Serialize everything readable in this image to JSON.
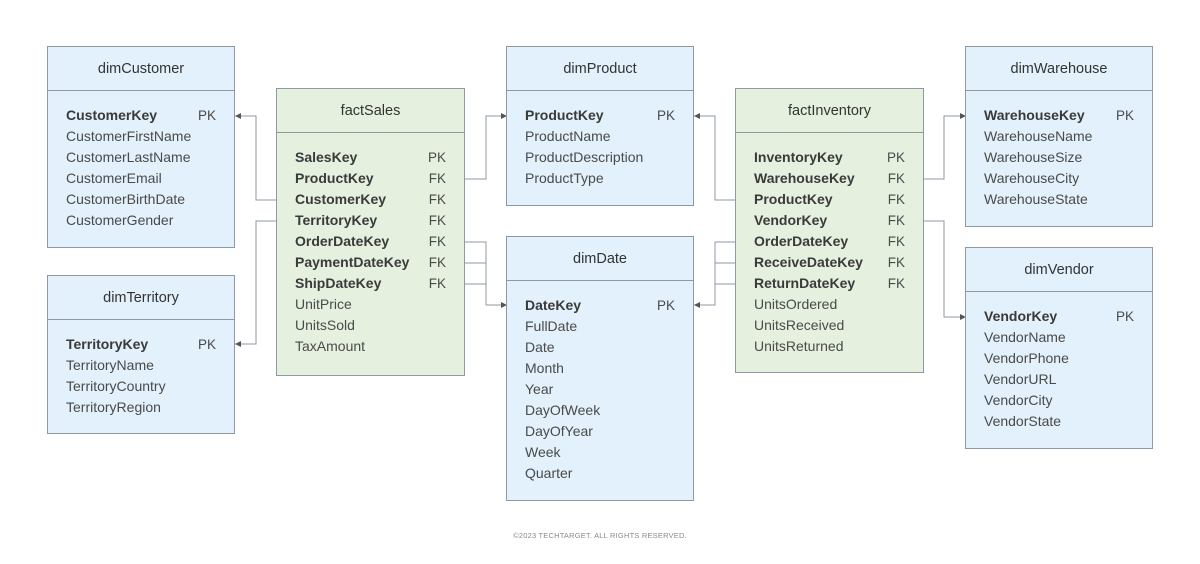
{
  "entities": {
    "dimCustomer": {
      "title": "dimCustomer",
      "fields": [
        {
          "name": "CustomerKey",
          "tag": "PK",
          "key": true
        },
        {
          "name": "CustomerFirstName",
          "tag": "",
          "key": false
        },
        {
          "name": "CustomerLastName",
          "tag": "",
          "key": false
        },
        {
          "name": "CustomerEmail",
          "tag": "",
          "key": false
        },
        {
          "name": "CustomerBirthDate",
          "tag": "",
          "key": false
        },
        {
          "name": "CustomerGender",
          "tag": "",
          "key": false
        }
      ]
    },
    "dimTerritory": {
      "title": "dimTerritory",
      "fields": [
        {
          "name": "TerritoryKey",
          "tag": "PK",
          "key": true
        },
        {
          "name": "TerritoryName",
          "tag": "",
          "key": false
        },
        {
          "name": "TerritoryCountry",
          "tag": "",
          "key": false
        },
        {
          "name": "TerritoryRegion",
          "tag": "",
          "key": false
        }
      ]
    },
    "factSales": {
      "title": "factSales",
      "fields": [
        {
          "name": "SalesKey",
          "tag": "PK",
          "key": true
        },
        {
          "name": "ProductKey",
          "tag": "FK",
          "key": true
        },
        {
          "name": "CustomerKey",
          "tag": "FK",
          "key": true
        },
        {
          "name": "TerritoryKey",
          "tag": "FK",
          "key": true
        },
        {
          "name": "OrderDateKey",
          "tag": "FK",
          "key": true
        },
        {
          "name": "PaymentDateKey",
          "tag": "FK",
          "key": true
        },
        {
          "name": "ShipDateKey",
          "tag": "FK",
          "key": true
        },
        {
          "name": "UnitPrice",
          "tag": "",
          "key": false
        },
        {
          "name": "UnitsSold",
          "tag": "",
          "key": false
        },
        {
          "name": "TaxAmount",
          "tag": "",
          "key": false
        }
      ]
    },
    "dimProduct": {
      "title": "dimProduct",
      "fields": [
        {
          "name": "ProductKey",
          "tag": "PK",
          "key": true
        },
        {
          "name": "ProductName",
          "tag": "",
          "key": false
        },
        {
          "name": "ProductDescription",
          "tag": "",
          "key": false
        },
        {
          "name": "ProductType",
          "tag": "",
          "key": false
        }
      ]
    },
    "dimDate": {
      "title": "dimDate",
      "fields": [
        {
          "name": "DateKey",
          "tag": "PK",
          "key": true
        },
        {
          "name": "FullDate",
          "tag": "",
          "key": false
        },
        {
          "name": "Date",
          "tag": "",
          "key": false
        },
        {
          "name": "Month",
          "tag": "",
          "key": false
        },
        {
          "name": "Year",
          "tag": "",
          "key": false
        },
        {
          "name": "DayOfWeek",
          "tag": "",
          "key": false
        },
        {
          "name": "DayOfYear",
          "tag": "",
          "key": false
        },
        {
          "name": "Week",
          "tag": "",
          "key": false
        },
        {
          "name": "Quarter",
          "tag": "",
          "key": false
        }
      ]
    },
    "factInventory": {
      "title": "factInventory",
      "fields": [
        {
          "name": "InventoryKey",
          "tag": "PK",
          "key": true
        },
        {
          "name": "WarehouseKey",
          "tag": "FK",
          "key": true
        },
        {
          "name": "ProductKey",
          "tag": "FK",
          "key": true
        },
        {
          "name": "VendorKey",
          "tag": "FK",
          "key": true
        },
        {
          "name": "OrderDateKey",
          "tag": "FK",
          "key": true
        },
        {
          "name": "ReceiveDateKey",
          "tag": "FK",
          "key": true
        },
        {
          "name": "ReturnDateKey",
          "tag": "FK",
          "key": true
        },
        {
          "name": "UnitsOrdered",
          "tag": "",
          "key": false
        },
        {
          "name": "UnitsReceived",
          "tag": "",
          "key": false
        },
        {
          "name": "UnitsReturned",
          "tag": "",
          "key": false
        }
      ]
    },
    "dimWarehouse": {
      "title": "dimWarehouse",
      "fields": [
        {
          "name": "WarehouseKey",
          "tag": "PK",
          "key": true
        },
        {
          "name": "WarehouseName",
          "tag": "",
          "key": false
        },
        {
          "name": "WarehouseSize",
          "tag": "",
          "key": false
        },
        {
          "name": "WarehouseCity",
          "tag": "",
          "key": false
        },
        {
          "name": "WarehouseState",
          "tag": "",
          "key": false
        }
      ]
    },
    "dimVendor": {
      "title": "dimVendor",
      "fields": [
        {
          "name": "VendorKey",
          "tag": "PK",
          "key": true
        },
        {
          "name": "VendorName",
          "tag": "",
          "key": false
        },
        {
          "name": "VendorPhone",
          "tag": "",
          "key": false
        },
        {
          "name": "VendorURL",
          "tag": "",
          "key": false
        },
        {
          "name": "VendorCity",
          "tag": "",
          "key": false
        },
        {
          "name": "VendorState",
          "tag": "",
          "key": false
        }
      ]
    }
  },
  "relationships": [
    {
      "from": "factSales.ProductKey",
      "to": "dimProduct.ProductKey"
    },
    {
      "from": "factSales.CustomerKey",
      "to": "dimCustomer.CustomerKey"
    },
    {
      "from": "factSales.TerritoryKey",
      "to": "dimTerritory.TerritoryKey"
    },
    {
      "from": "factSales.OrderDateKey",
      "to": "dimDate.DateKey"
    },
    {
      "from": "factSales.PaymentDateKey",
      "to": "dimDate.DateKey"
    },
    {
      "from": "factSales.ShipDateKey",
      "to": "dimDate.DateKey"
    },
    {
      "from": "factInventory.WarehouseKey",
      "to": "dimWarehouse.WarehouseKey"
    },
    {
      "from": "factInventory.ProductKey",
      "to": "dimProduct.ProductKey"
    },
    {
      "from": "factInventory.VendorKey",
      "to": "dimVendor.VendorKey"
    },
    {
      "from": "factInventory.OrderDateKey",
      "to": "dimDate.DateKey"
    },
    {
      "from": "factInventory.ReceiveDateKey",
      "to": "dimDate.DateKey"
    },
    {
      "from": "factInventory.ReturnDateKey",
      "to": "dimDate.DateKey"
    }
  ],
  "colors": {
    "dimension_fill": "#e2f1fb",
    "fact_fill": "#e5f0df",
    "border": "#8e9aa3",
    "connector": "#8e9aa3"
  },
  "footer": {
    "copyright": "©2023 TECHTARGET. ALL RIGHTS RESERVED."
  }
}
